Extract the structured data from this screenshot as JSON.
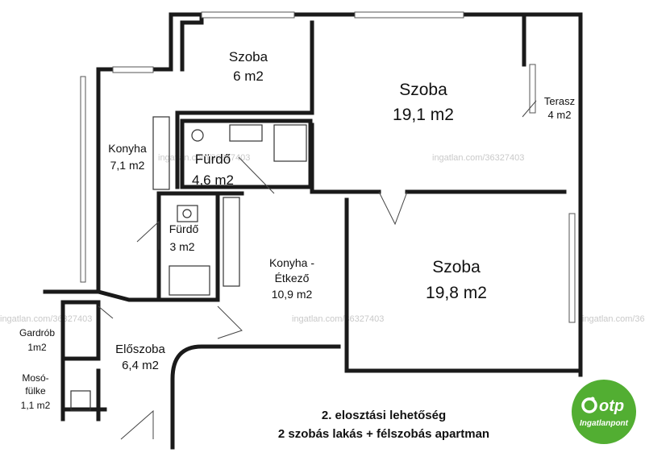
{
  "rooms": [
    {
      "name": "Szoba",
      "area": "6 m2"
    },
    {
      "name": "Szoba",
      "area": "19,1 m2"
    },
    {
      "name": "Terasz",
      "area": "4 m2"
    },
    {
      "name": "Konyha",
      "area": "7,1 m2"
    },
    {
      "name": "Fürdő",
      "area": "4,6 m2"
    },
    {
      "name": "Fürdő",
      "area": "3 m2"
    },
    {
      "name": "Konyha -",
      "area": "Étkező",
      "extra": "10,9 m2"
    },
    {
      "name": "Szoba",
      "area": "19,8 m2"
    },
    {
      "name": "Gardrób",
      "area": "1m2"
    },
    {
      "name": "Előszoba",
      "area": "6,4 m2"
    },
    {
      "name": "Mosó-",
      "area": "fülke",
      "extra": "1,1 m2"
    }
  ],
  "caption": {
    "line1": "2. elosztási lehetőség",
    "line2": "2 szobás lakás + félszobás apartman"
  },
  "watermark": "ingatlan.com/36327403",
  "logo": {
    "brand": "otp",
    "sub": "Ingatlanpont",
    "color": "#52ae32"
  }
}
